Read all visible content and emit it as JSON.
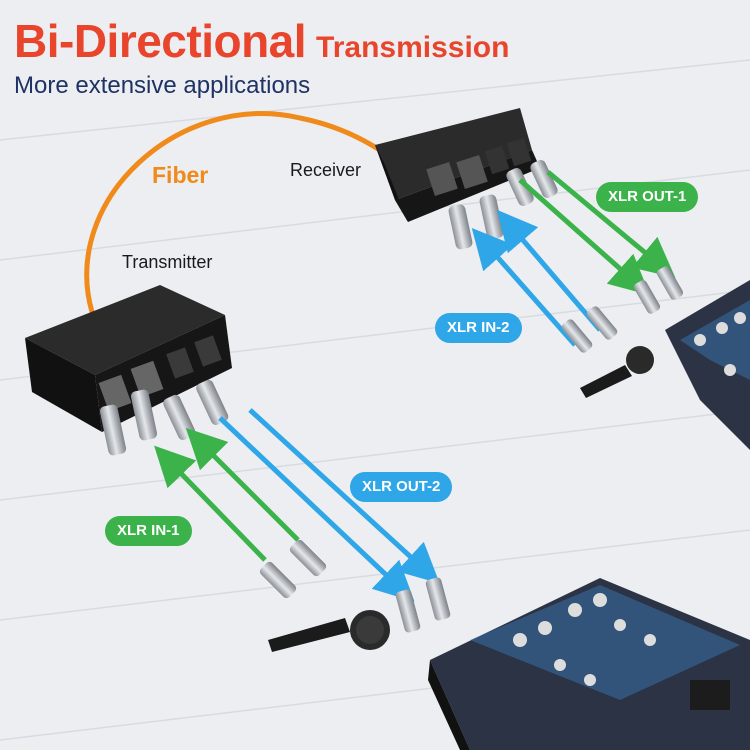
{
  "header": {
    "title_main": "Bi-Directional",
    "title_secondary": "Transmission",
    "subtitle": "More extensive applications"
  },
  "labels": {
    "fiber": "Fiber",
    "receiver": "Receiver",
    "transmitter": "Transmitter"
  },
  "badges": {
    "xlr_out_1": "XLR OUT-1",
    "xlr_in_2": "XLR IN-2",
    "xlr_out_2": "XLR OUT-2",
    "xlr_in_1": "XLR IN-1"
  },
  "colors": {
    "title_red": "#e8452c",
    "title_orange": "#f19a1f",
    "subtitle": "#1f3264",
    "fiber": "#f08a1a",
    "green_signal": "#3bb34a",
    "blue_signal": "#2ea6e8",
    "device_body": "#1c1c1c"
  }
}
